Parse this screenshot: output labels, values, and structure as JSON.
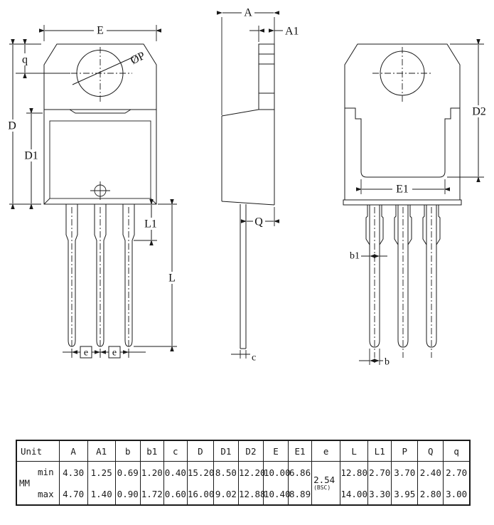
{
  "drawing": {
    "labels": {
      "E": "E",
      "P": "ØP",
      "q": "q",
      "D": "D",
      "D1": "D1",
      "L1": "L1",
      "L": "L",
      "e": "e",
      "A": "A",
      "A1": "A1",
      "Q": "Q",
      "c": "c",
      "D2": "D2",
      "E1": "E1",
      "b1": "b1",
      "b": "b"
    },
    "line_color": "#1a1a1a",
    "background": "#ffffff"
  },
  "table": {
    "header": [
      "Unit",
      "A",
      "A1",
      "b",
      "b1",
      "c",
      "D",
      "D1",
      "D2",
      "E",
      "E1",
      "e",
      "L",
      "L1",
      "P",
      "Q",
      "q"
    ],
    "unit": "MM",
    "min_label": "min",
    "max_label": "max",
    "min": [
      "4.30",
      "1.25",
      "0.69",
      "1.20",
      "0.40",
      "15.20",
      "8.50",
      "12.20",
      "10.00",
      "6.86",
      null,
      "12.80",
      "2.70",
      "3.70",
      "2.40",
      "2.70"
    ],
    "max": [
      "4.70",
      "1.40",
      "0.90",
      "1.72",
      "0.60",
      "16.00",
      "9.02",
      "12.88",
      "10.40",
      "8.89",
      null,
      "14.00",
      "3.30",
      "3.95",
      "2.80",
      "3.00"
    ],
    "e_value": "2.54",
    "e_note": "(BSC)"
  }
}
